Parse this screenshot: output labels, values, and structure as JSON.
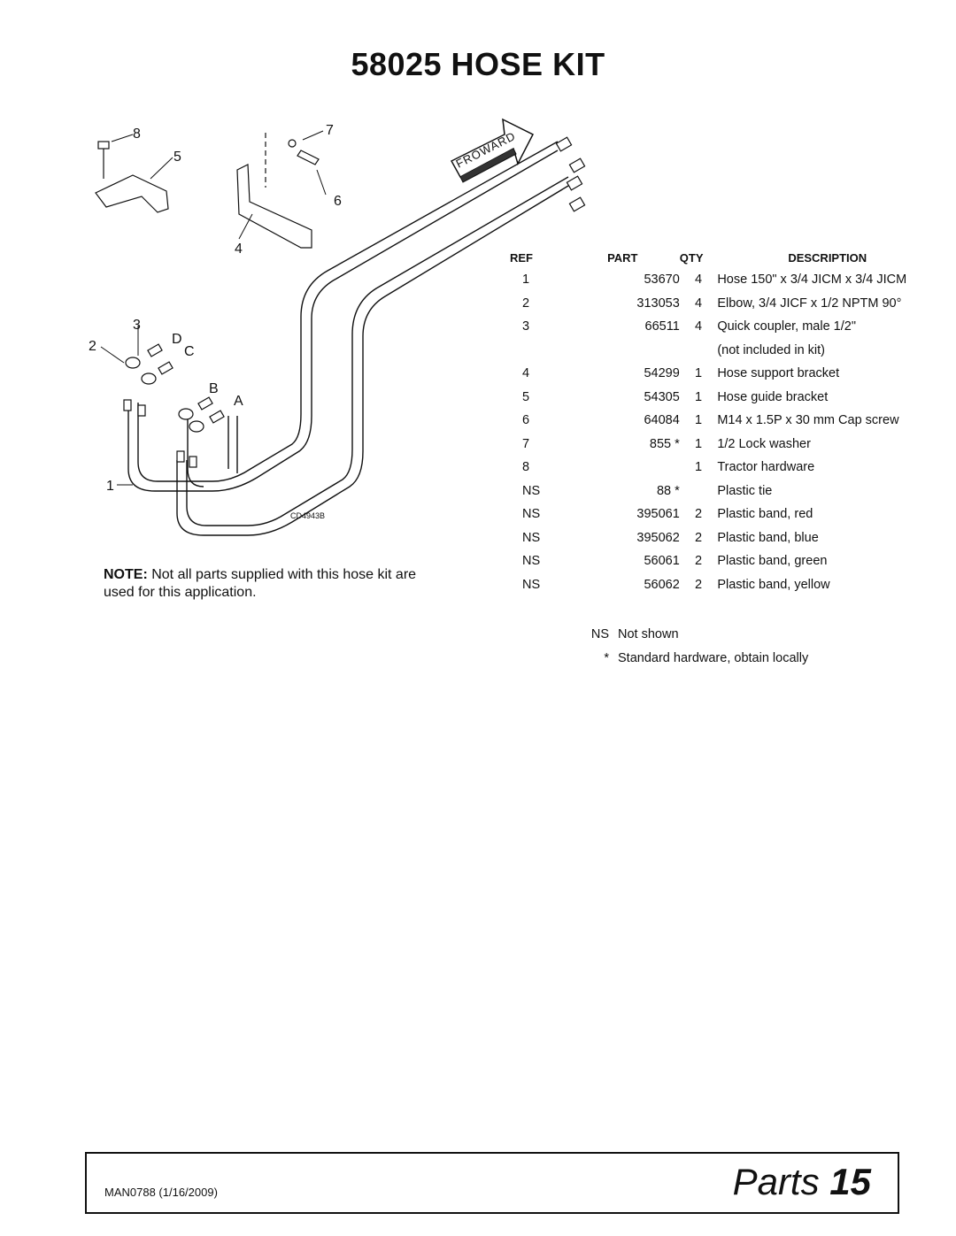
{
  "page": {
    "title": "58025 HOSE KIT"
  },
  "diagram": {
    "callouts": [
      "8",
      "5",
      "7",
      "6",
      "4",
      "3",
      "2",
      "D",
      "C",
      "B",
      "A",
      "1"
    ],
    "forward_label": "FROWARD",
    "drawing_code": "CD4943B"
  },
  "note": {
    "label": "NOTE:",
    "text": " Not all parts supplied with this hose kit are used for this application."
  },
  "table": {
    "headers": {
      "ref": "REF",
      "part": "PART",
      "qty": "QTY",
      "description": "DESCRIPTION"
    },
    "rows": [
      {
        "ref": "1",
        "part": "53670",
        "qty": "4",
        "desc": "Hose 150\" x 3/4 JICM x 3/4 JICM"
      },
      {
        "ref": "2",
        "part": "313053",
        "qty": "4",
        "desc": "Elbow, 3/4 JICF x 1/2 NPTM 90°"
      },
      {
        "ref": "3",
        "part": "66511",
        "qty": "4",
        "desc": "Quick coupler, male 1/2\"",
        "desc2": "(not included in kit)"
      },
      {
        "ref": "4",
        "part": "54299",
        "qty": "1",
        "desc": "Hose support bracket"
      },
      {
        "ref": "5",
        "part": "54305",
        "qty": "1",
        "desc": "Hose guide bracket"
      },
      {
        "ref": "6",
        "part": "64084",
        "qty": "1",
        "desc": "M14 x 1.5P x 30 mm Cap screw"
      },
      {
        "ref": "7",
        "part": "855 *",
        "qty": "1",
        "desc": "1/2 Lock washer"
      },
      {
        "ref": "8",
        "part": "",
        "qty": "1",
        "desc": "Tractor hardware"
      },
      {
        "ref": "NS",
        "part": "88 *",
        "qty": "",
        "desc": "Plastic tie"
      },
      {
        "ref": "NS",
        "part": "395061",
        "qty": "2",
        "desc": "Plastic band, red"
      },
      {
        "ref": "NS",
        "part": "395062",
        "qty": "2",
        "desc": "Plastic band, blue"
      },
      {
        "ref": "NS",
        "part": "56061",
        "qty": "2",
        "desc": "Plastic band, green"
      },
      {
        "ref": "NS",
        "part": "56062",
        "qty": "2",
        "desc": "Plastic band, yellow"
      }
    ]
  },
  "legend": [
    {
      "key": "NS",
      "text": "Not shown"
    },
    {
      "key": "*",
      "text": "Standard hardware, obtain locally"
    }
  ],
  "footer": {
    "doc_id": "MAN0788 (1/16/2009)",
    "section": "Parts",
    "page_number": "15"
  }
}
